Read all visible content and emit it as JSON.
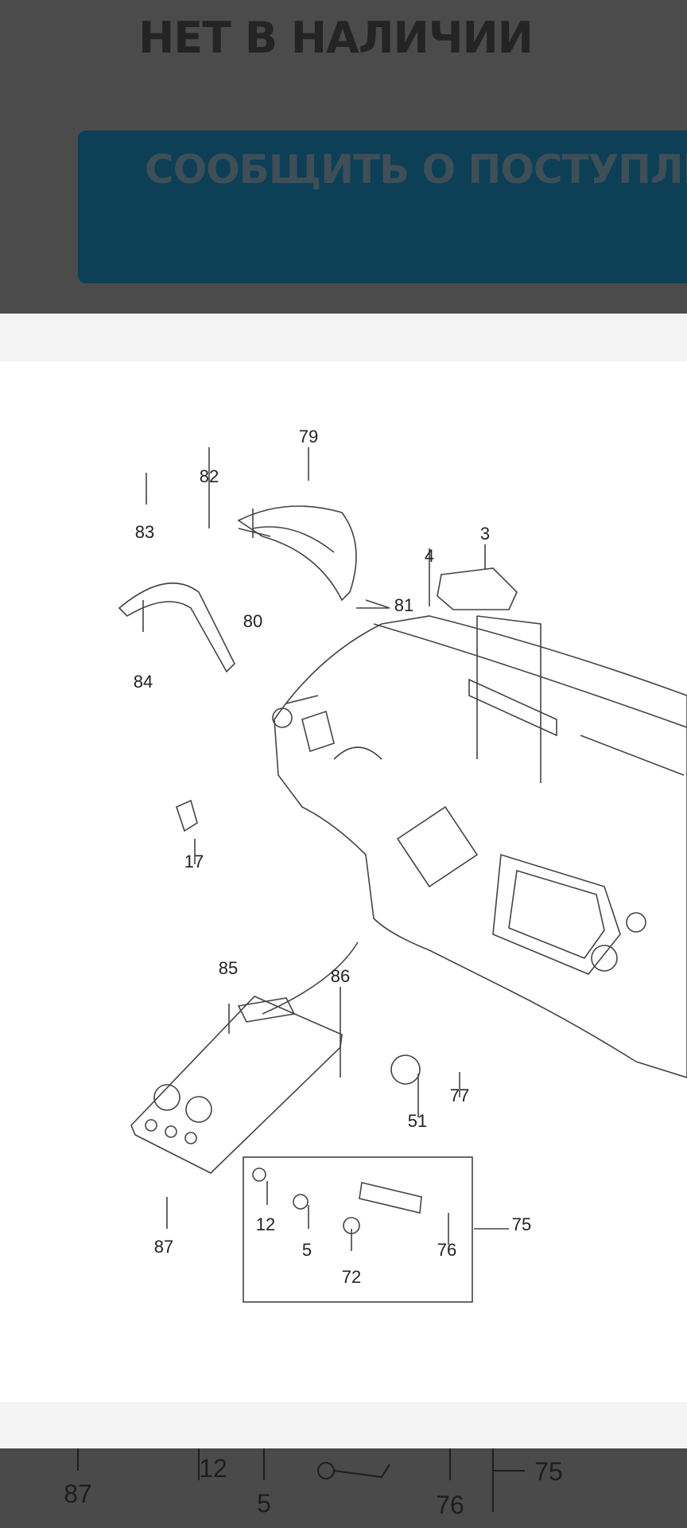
{
  "header": {
    "stock_status": "НЕТ В НАЛИЧИИ",
    "notify_button_label": "СООБЩИТЬ О ПОСТУПЛЕНИИ"
  },
  "diagram": {
    "callouts": [
      "79",
      "82",
      "83",
      "80",
      "84",
      "3",
      "4",
      "81",
      "17",
      "85",
      "86",
      "77",
      "51",
      "12",
      "5",
      "72",
      "76",
      "75",
      "87"
    ]
  },
  "ghost_callouts": [
    "87",
    "12",
    "5",
    "76",
    "75"
  ],
  "colors": {
    "overlay": "#4b4b4b",
    "button": "#0d3f57",
    "sheet": "#ffffff"
  }
}
